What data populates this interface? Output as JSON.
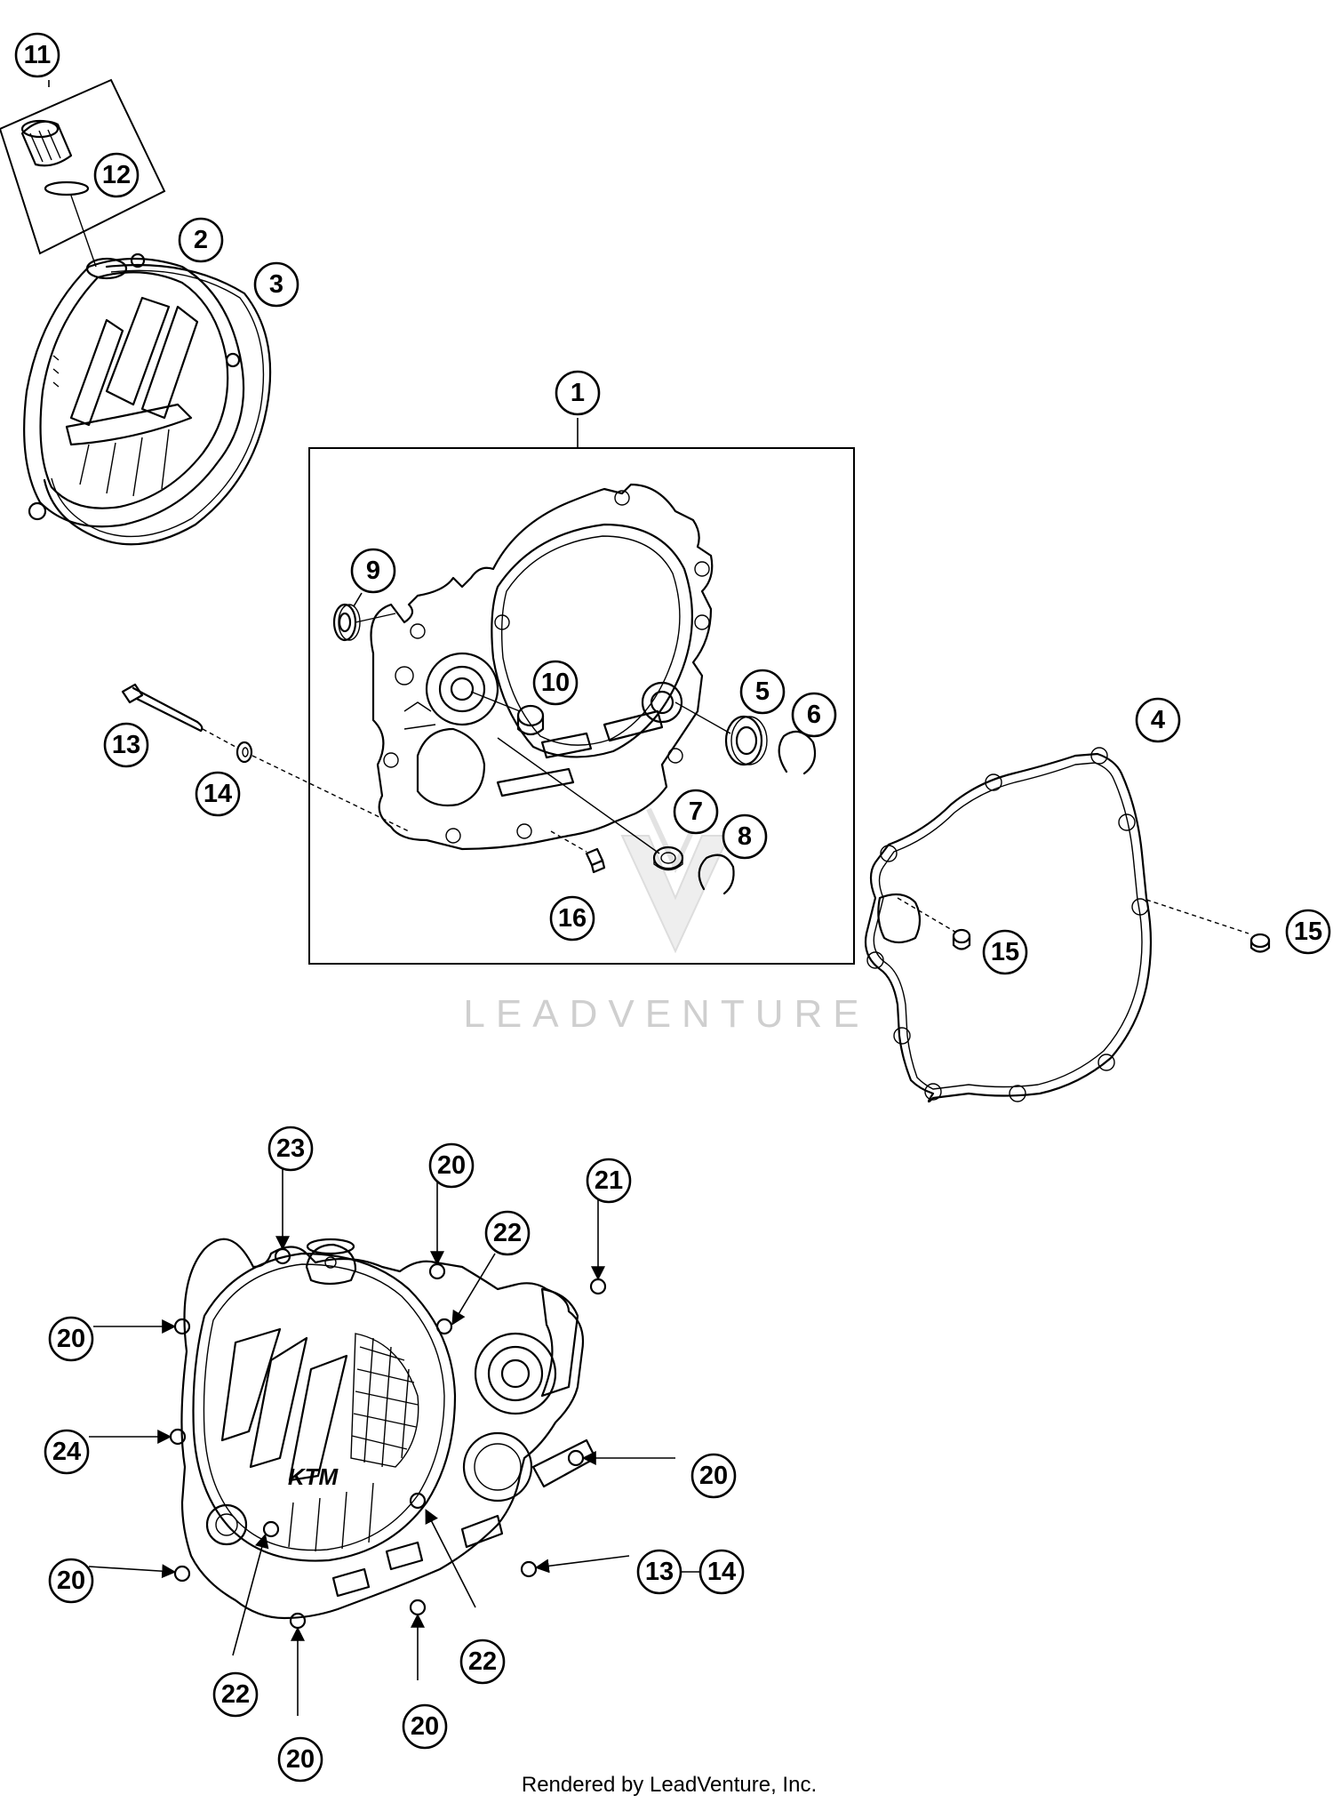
{
  "callouts": [
    {
      "label": "11"
    },
    {
      "label": "12"
    },
    {
      "label": "2"
    },
    {
      "label": "3"
    },
    {
      "label": "1"
    },
    {
      "label": "9"
    },
    {
      "label": "10"
    },
    {
      "label": "5"
    },
    {
      "label": "6"
    },
    {
      "label": "4"
    },
    {
      "label": "13"
    },
    {
      "label": "14"
    },
    {
      "label": "7"
    },
    {
      "label": "8"
    },
    {
      "label": "16"
    },
    {
      "label": "15"
    },
    {
      "label": "15"
    },
    {
      "label": "23"
    },
    {
      "label": "20"
    },
    {
      "label": "21"
    },
    {
      "label": "22"
    },
    {
      "label": "20"
    },
    {
      "label": "24"
    },
    {
      "label": "20"
    },
    {
      "label": "20"
    },
    {
      "label": "13"
    },
    {
      "label": "14"
    },
    {
      "label": "22"
    },
    {
      "label": "22"
    },
    {
      "label": "20"
    },
    {
      "label": "20"
    }
  ],
  "watermark": "LEADVENTURE",
  "cover_logo": "KTM",
  "credit": "Rendered by LeadVenture, Inc."
}
